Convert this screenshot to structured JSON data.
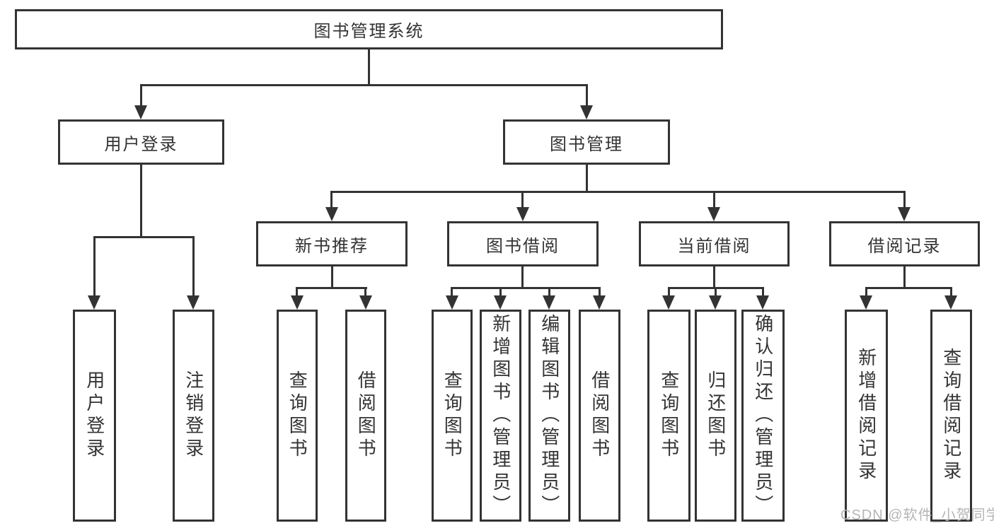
{
  "diagram": {
    "title": "图书管理系统",
    "level2": {
      "login": "用户登录",
      "management": "图书管理"
    },
    "level3": {
      "new_books": "新书推荐",
      "book_borrow": "图书借阅",
      "current_borrow": "当前借阅",
      "borrow_records": "借阅记录"
    },
    "leaves": {
      "login": [
        "用户登录",
        "注销登录"
      ],
      "new_books": [
        "查询图书",
        "借阅图书"
      ],
      "book_borrow": [
        "查询图书",
        "新增图书（管理员）",
        "编辑图书（管理员）",
        "借阅图书"
      ],
      "current_borrow": [
        "查询图书",
        "归还图书",
        "确认归还（管理员）"
      ],
      "borrow_records": [
        "新增借阅记录",
        "查询借阅记录"
      ]
    }
  },
  "watermark": "CSDN @软件_小贺同学",
  "colors": {
    "line": "#333333",
    "text": "#333333",
    "watermark_color": "#b5b5b5",
    "background": "#ffffff"
  }
}
